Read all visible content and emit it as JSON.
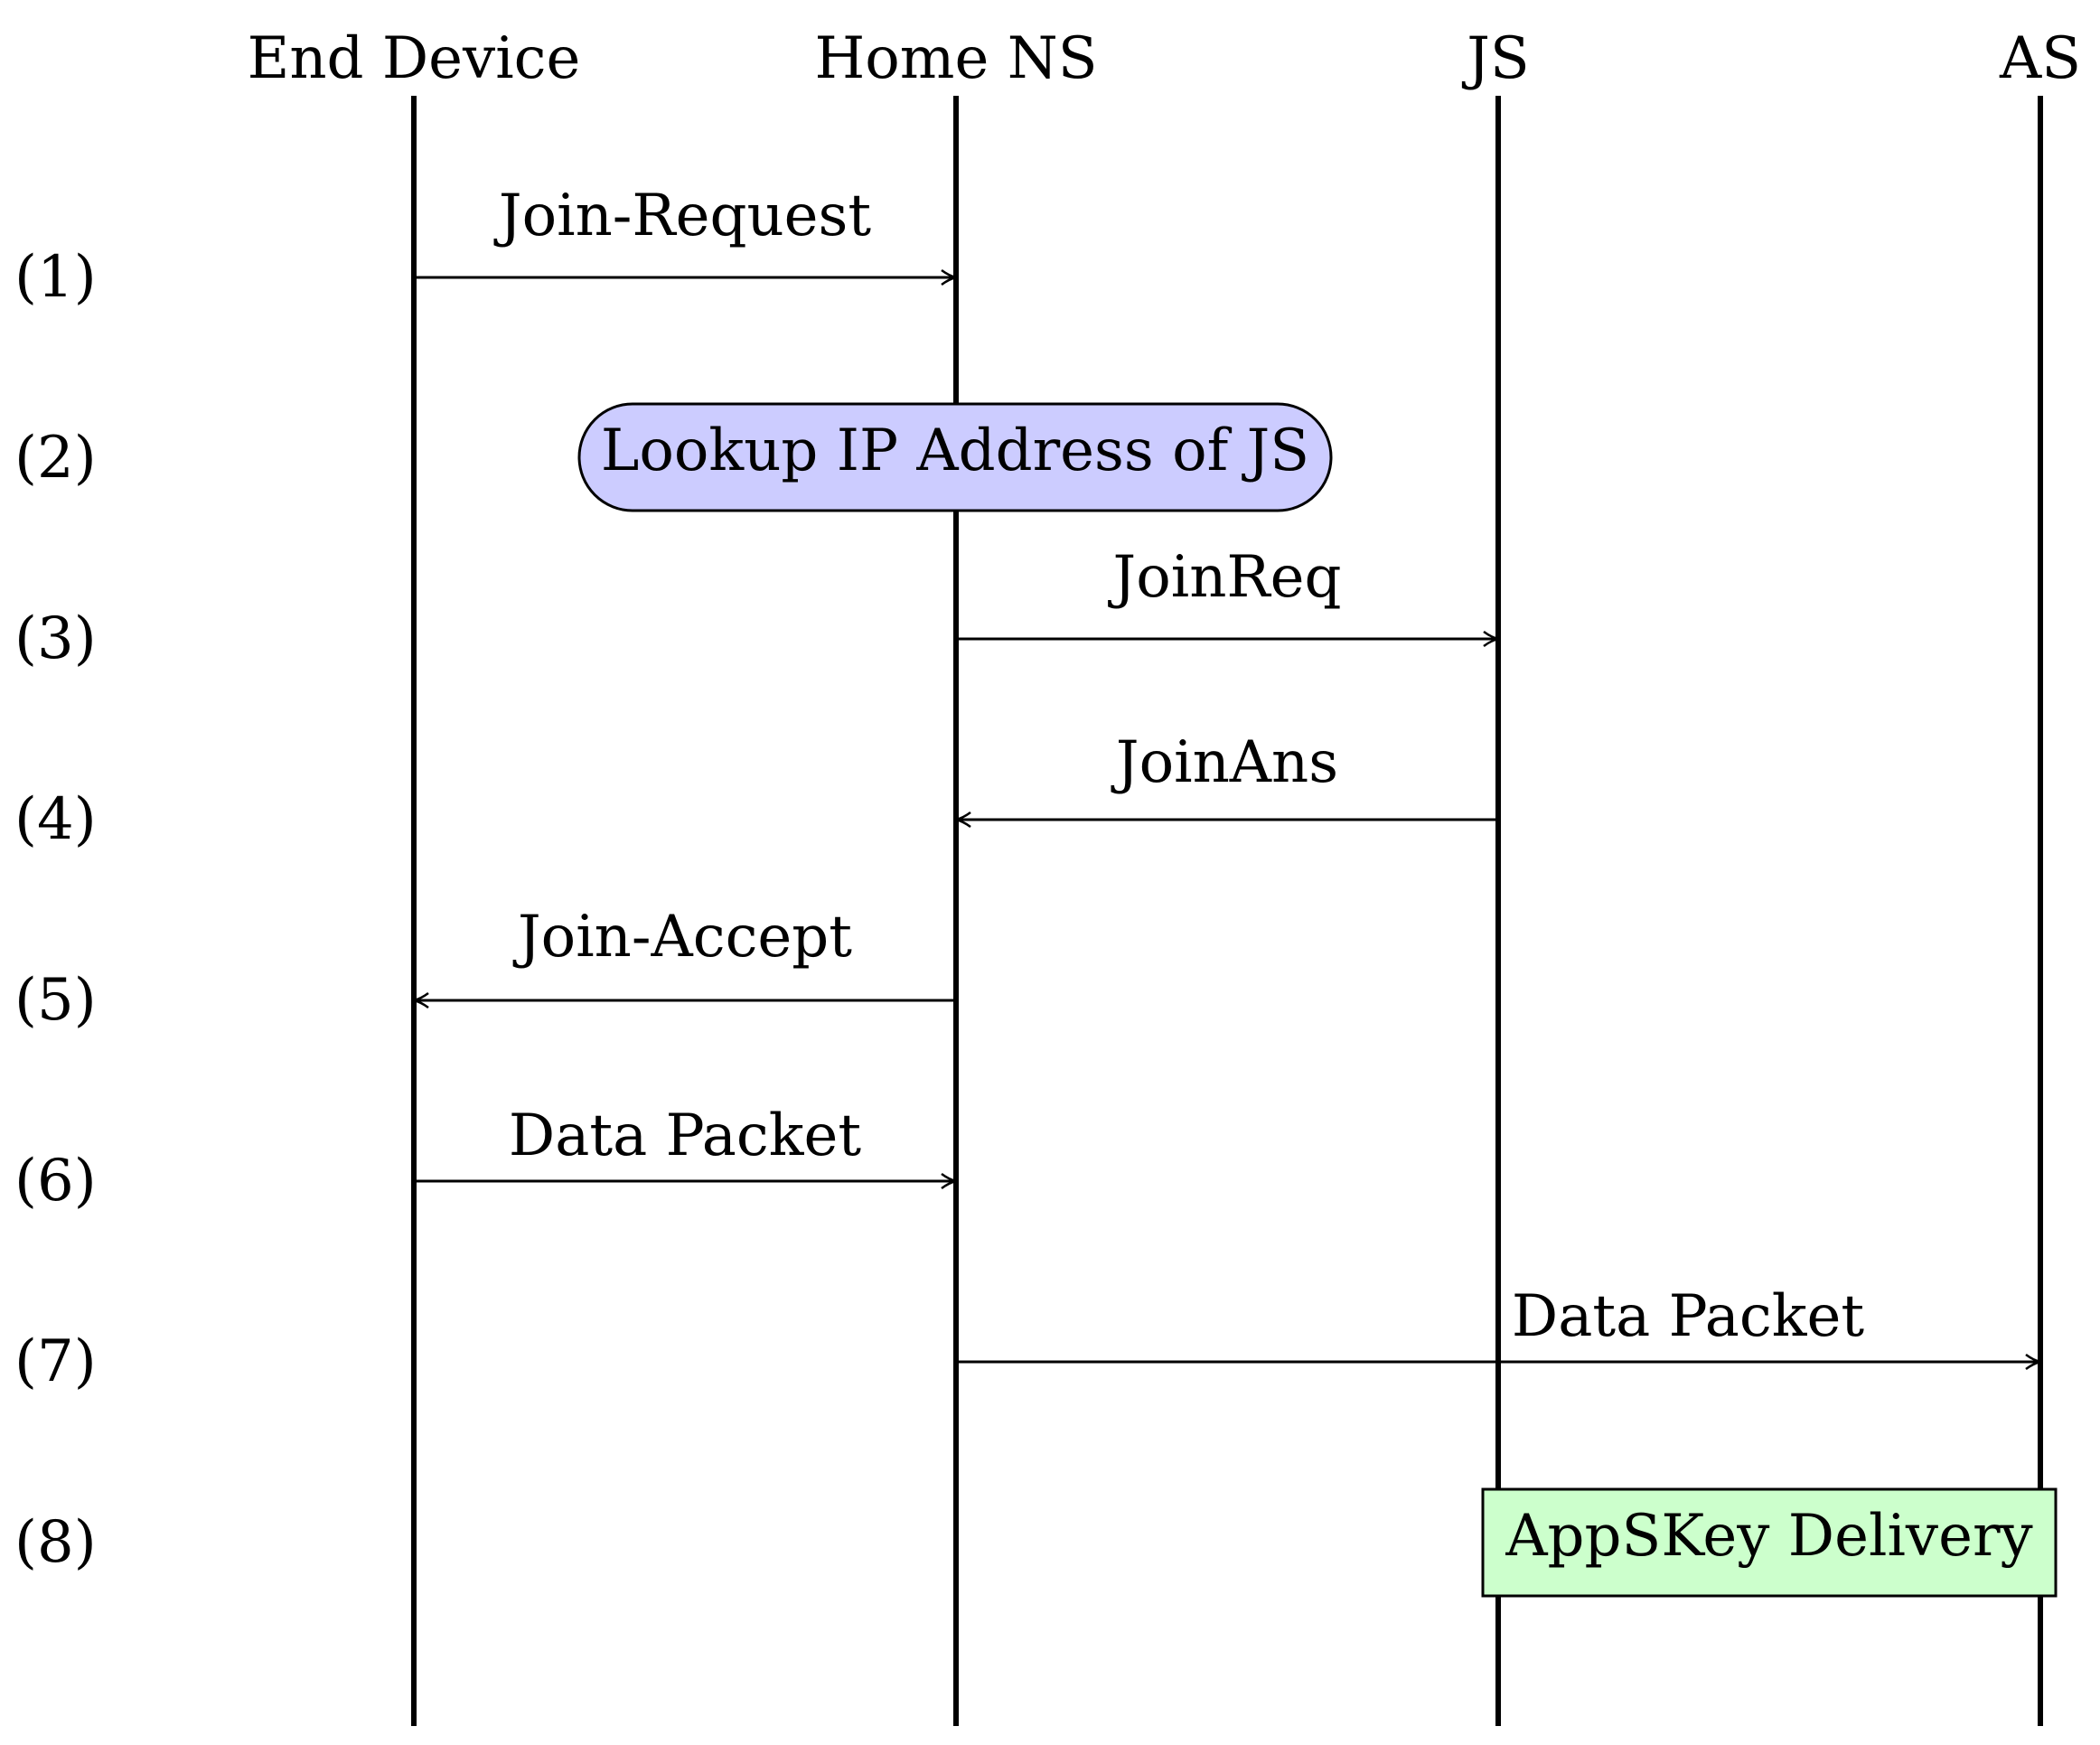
{
  "participants": [
    {
      "id": "end-device",
      "label": "End Device"
    },
    {
      "id": "home-ns",
      "label": "Home NS"
    },
    {
      "id": "js",
      "label": "JS"
    },
    {
      "id": "as",
      "label": "AS"
    }
  ],
  "steps": [
    {
      "number": "(1)",
      "kind": "message",
      "from": "end-device",
      "to": "home-ns",
      "label": "Join-Request"
    },
    {
      "number": "(2)",
      "kind": "process",
      "at": "home-ns",
      "label": "Lookup IP Address of JS",
      "color": "#ccccff"
    },
    {
      "number": "(3)",
      "kind": "message",
      "from": "home-ns",
      "to": "js",
      "label": "JoinReq"
    },
    {
      "number": "(4)",
      "kind": "message",
      "from": "js",
      "to": "home-ns",
      "label": "JoinAns"
    },
    {
      "number": "(5)",
      "kind": "message",
      "from": "home-ns",
      "to": "end-device",
      "label": "Join-Accept"
    },
    {
      "number": "(6)",
      "kind": "message",
      "from": "end-device",
      "to": "home-ns",
      "label": "Data Packet"
    },
    {
      "number": "(7)",
      "kind": "message",
      "from": "home-ns",
      "to": "as",
      "label": "Data Packet"
    },
    {
      "number": "(8)",
      "kind": "delivery",
      "between": [
        "js",
        "as"
      ],
      "label": "AppSKey Delivery",
      "color": "#ccffcc"
    }
  ]
}
